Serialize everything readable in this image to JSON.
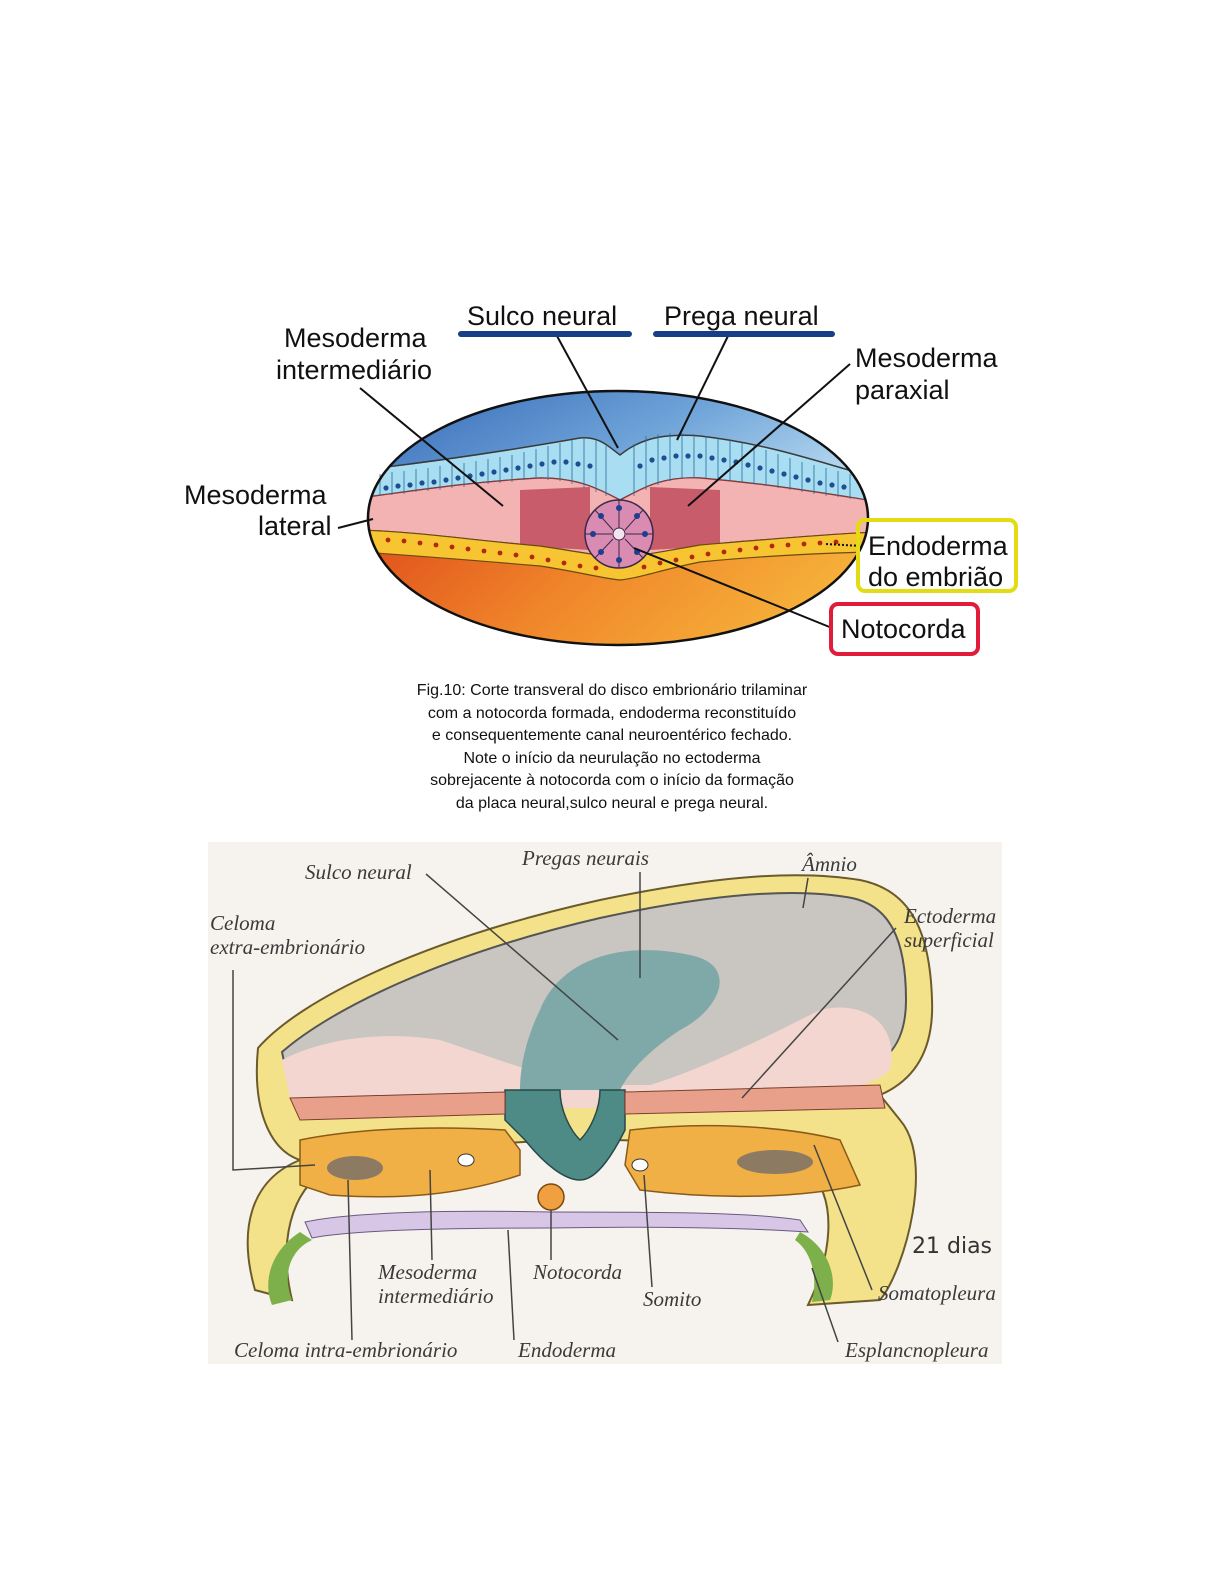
{
  "figure1": {
    "labels": {
      "sulco_neural": "Sulco neural",
      "prega_neural": "Prega neural",
      "mesoderma_intermediario_1": "Mesoderma",
      "mesoderma_intermediario_2": "intermediário",
      "mesoderma_paraxial_1": "Mesoderma",
      "mesoderma_paraxial_2": "paraxial",
      "mesoderma_lateral_1": "Mesoderma",
      "mesoderma_lateral_2": "lateral",
      "endoderma_1": "Endoderma",
      "endoderma_2": "do embrião",
      "notocorda": "Notocorda"
    },
    "caption_lines": [
      "Fig.10: Corte transveral do disco embrionário trilaminar",
      "com a notocorda formada, endoderma reconstituído",
      "e consequentemente canal neuroentérico fechado.",
      "Note o início da neurulação no ectoderma",
      "sobrejacente à notocorda com o início da formação",
      "da placa neural,sulco neural e prega neural."
    ],
    "colors": {
      "highlight_bar": "#173f86",
      "endoderm_box": "#e3dc12",
      "notochord_box": "#e11b3a"
    }
  },
  "figure2": {
    "labels": {
      "sulco_neural": "Sulco neural",
      "pregas_neurais": "Pregas neurais",
      "amnio": "Âmnio",
      "celoma_extra_1": "Celoma",
      "celoma_extra_2": "extra-embrionário",
      "ectoderma_1": "Ectoderma",
      "ectoderma_2": "superficial",
      "mesoderma_int_1": "Mesoderma",
      "mesoderma_int_2": "intermediário",
      "notocorda": "Notocorda",
      "somito": "Somito",
      "somatopleura": "Somatopleura",
      "esplancnopleura": "Esplancnopleura",
      "celoma_intra": "Celoma intra-embrionário",
      "endoderma": "Endoderma"
    },
    "stage": "21 dias"
  }
}
